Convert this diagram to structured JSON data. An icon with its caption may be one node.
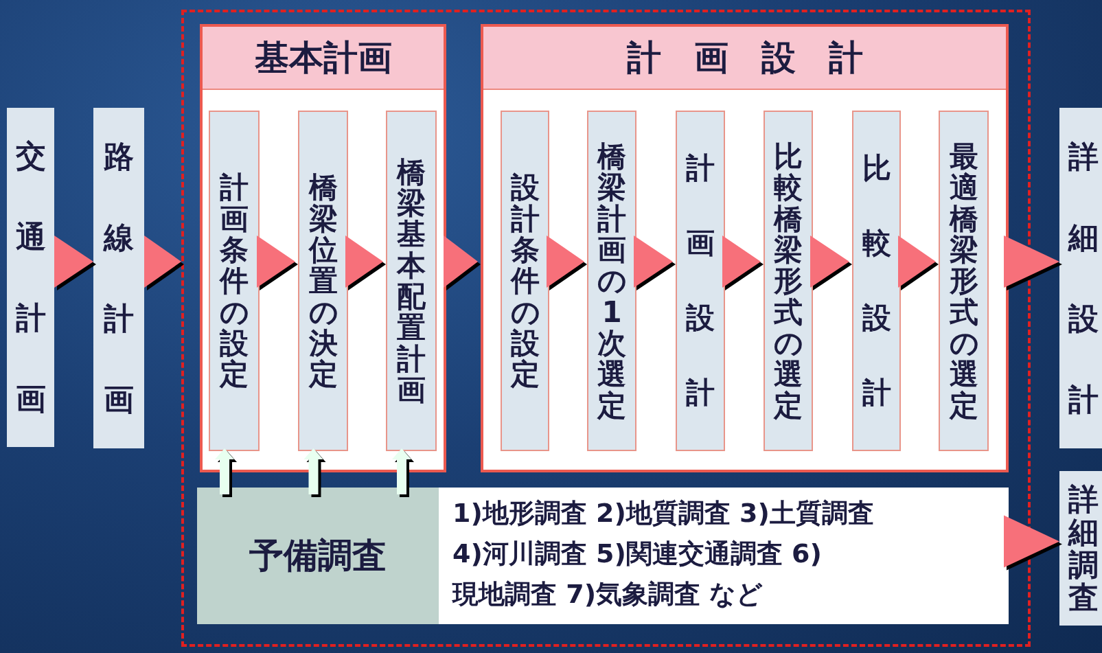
{
  "diagram": {
    "nodes": [
      {
        "text": [
          "交通計画"
        ]
      },
      {
        "text": [
          "路線計画"
        ]
      },
      {
        "text": [],
        "shape": "box"
      },
      {
        "text": [
          "基本計画"
        ],
        "in": 2
      },
      {
        "text": [
          "計画条件の設定"
        ],
        "in": 3
      },
      {
        "text": [
          "橋梁位置の決定"
        ],
        "in": 3
      },
      {
        "text": [
          "橋梁基本配置計画"
        ],
        "in": 3
      },
      {
        "text": [
          "計画設計"
        ],
        "in": 2
      },
      {
        "text": [
          "設計条件の設定"
        ],
        "in": 7
      },
      {
        "text": [
          "橋梁計画の1次選定"
        ],
        "in": 7
      },
      {
        "text": [
          "計画設計"
        ],
        "in": 7
      },
      {
        "text": [
          "比較橋梁形式の選定"
        ],
        "in": 7
      },
      {
        "text": [
          "比較設計"
        ],
        "in": 7
      },
      {
        "text": [
          "最適橋梁形式の選定"
        ],
        "in": 7
      },
      {
        "text": [
          "予備調査",
          "1)地形調査 2)地質調査 3)土質調査 4)河川調査 5)関連交通調査 6)現地調査 7)気象調査 など"
        ],
        "in": 2
      },
      {
        "text": [
          "詳細設計"
        ]
      },
      {
        "text": [
          "詳細調査"
        ]
      }
    ],
    "edges": [
      {
        "from": 0,
        "to": 1,
        "arrow": "to"
      },
      {
        "from": 1,
        "to": 2,
        "arrow": "to"
      },
      {
        "from": 4,
        "to": 5,
        "arrow": "to"
      },
      {
        "from": 5,
        "to": 6,
        "arrow": "to"
      },
      {
        "from": 3,
        "to": 7,
        "arrow": "to"
      },
      {
        "from": 8,
        "to": 9,
        "arrow": "to"
      },
      {
        "from": 9,
        "to": 10,
        "arrow": "to"
      },
      {
        "from": 10,
        "to": 11,
        "arrow": "to"
      },
      {
        "from": 11,
        "to": 12,
        "arrow": "to"
      },
      {
        "from": 12,
        "to": 13,
        "arrow": "to"
      },
      {
        "from": 2,
        "to": 15,
        "arrow": "to"
      },
      {
        "from": 2,
        "to": 16,
        "arrow": "to"
      },
      {
        "from": 14,
        "to": 4,
        "arrow": "to",
        "color": "#e8fff0"
      },
      {
        "from": 14,
        "to": 5,
        "arrow": "to",
        "color": "#e8fff0"
      },
      {
        "from": 14,
        "to": 6,
        "arrow": "to",
        "color": "#e8fff0"
      }
    ]
  }
}
